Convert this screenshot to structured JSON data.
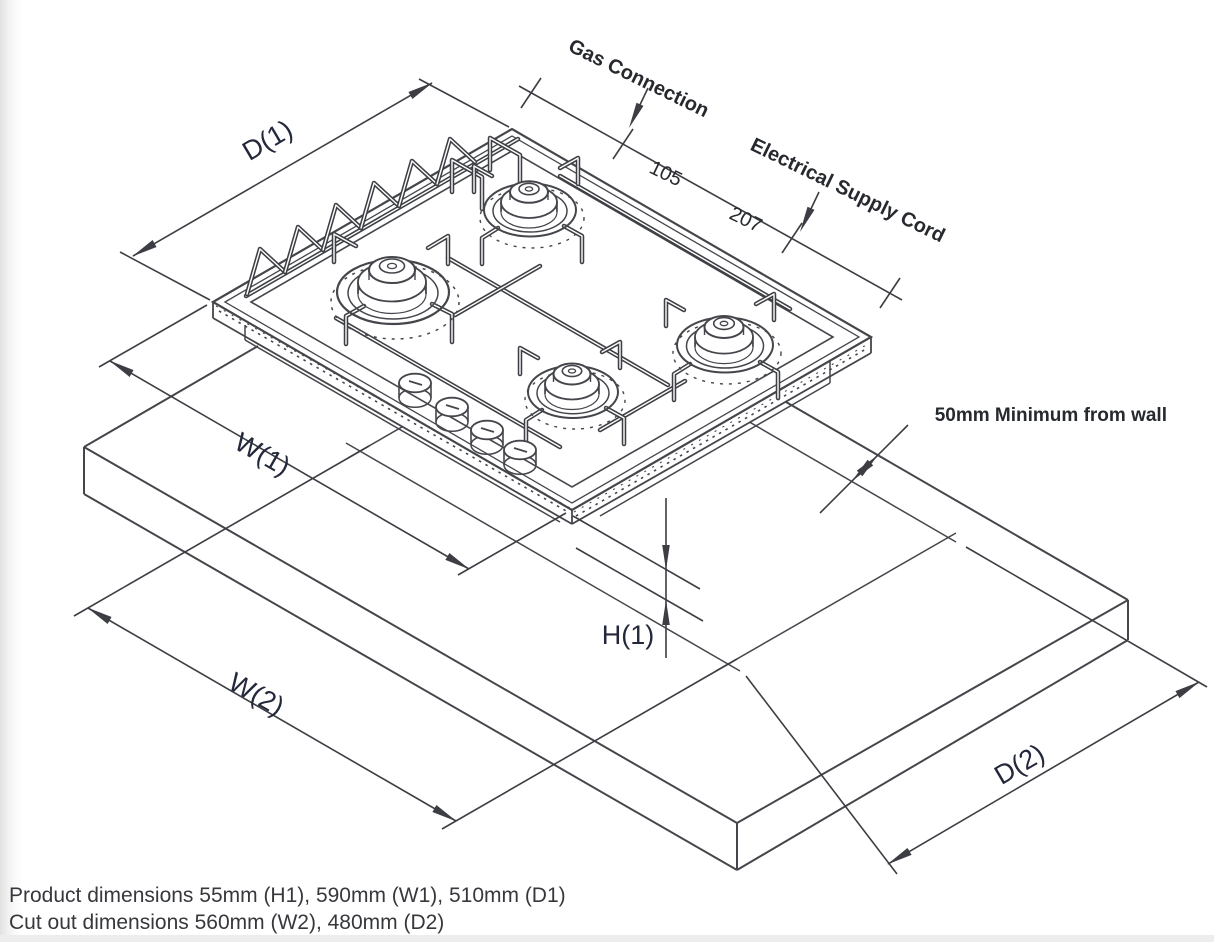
{
  "page": {
    "background": "#ffffff",
    "edge_strip_color": "#d8d8d8",
    "bottom_strip_color": "#ededee",
    "line_color": "#44464b",
    "text_color": "#26292e",
    "dim_label_color": "#23283b"
  },
  "diagram": {
    "type": "isometric-installation-drawing",
    "subject": "4-burner gas hob on worktop with cut-out",
    "annotations": {
      "gas_connection": {
        "label": "Gas Connection",
        "value": "105"
      },
      "electrical_supply": {
        "label": "Electrical Supply Cord",
        "value": "207"
      },
      "wall_clearance": {
        "label": "50mm Minimum from wall"
      },
      "product_depth": {
        "label": "D(1)"
      },
      "product_width": {
        "label": "W(1)"
      },
      "product_height": {
        "label": "H(1)"
      },
      "cutout_width": {
        "label": "W(2)"
      },
      "cutout_depth": {
        "label": "D(2)"
      }
    }
  },
  "notes": {
    "line1": "Product dimensions 55mm (H1), 590mm (W1), 510mm (D1)",
    "line2": "Cut out dimensions 560mm (W2), 480mm (D2)"
  }
}
